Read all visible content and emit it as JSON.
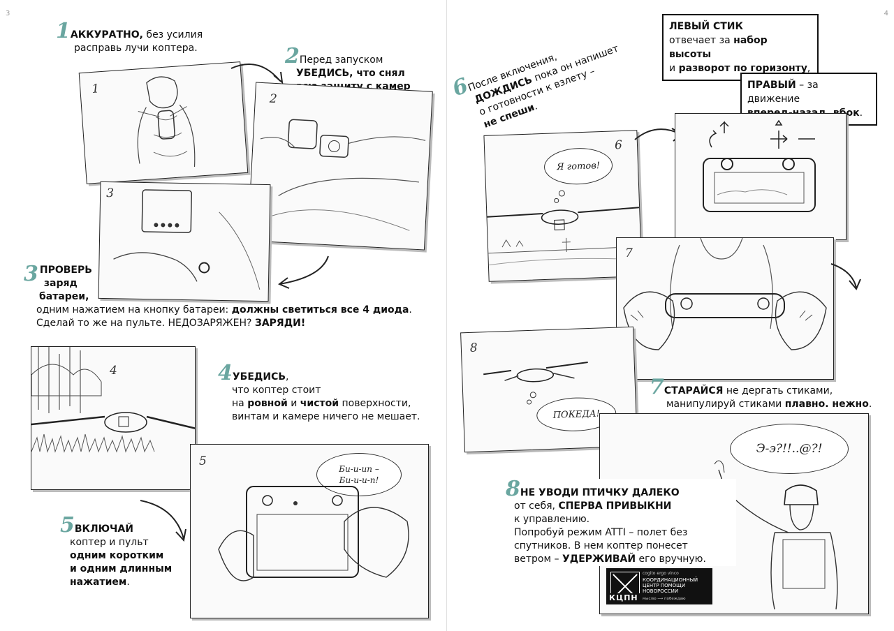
{
  "pages": {
    "left_number": "3",
    "right_number": "4"
  },
  "steps": {
    "s1": {
      "num": "1",
      "bold": "АККУРАТНО,",
      "rest1": " без усилия",
      "rest2": "расправь лучи коптера."
    },
    "s2": {
      "num": "2",
      "line1": "Перед запуском",
      "bold": "УБЕДИСЬ",
      "line2_rest": ", что снял",
      "line3": "всю защиту с камер"
    },
    "s3": {
      "num": "3",
      "b1": "ПРОВЕРЬ",
      "b2": "заряд",
      "b3": "батареи,",
      "line4": "одним нажатием на кнопку батареи: ",
      "line4_bold": "должны светиться все 4 диода",
      "line4_end": ".",
      "line5": "Сделай то же на пульте. НЕДОЗАРЯЖЕН? ",
      "line5_bold": "ЗАРЯДИ!"
    },
    "s4": {
      "num": "4",
      "bold": "УБЕДИСЬ",
      "l1_end": ",",
      "l2": "что коптер стоит",
      "l3a": "на ",
      "l3b": "ровной",
      "l3c": " и ",
      "l3d": "чистой",
      "l3e": " поверхности,",
      "l4": "винтам и камере ничего не мешает."
    },
    "s5": {
      "num": "5",
      "bold": "ВКЛЮЧАЙ",
      "l2": "коптер и пульт",
      "l3": "одним коротким",
      "l4": "и одним длинным",
      "l5": "нажатием",
      "l5_end": "."
    },
    "s6": {
      "num": "6",
      "l1": "После включения,",
      "bold": "ДОЖДИСЬ",
      "l2_rest": " пока он напишет",
      "l3": "о готовности к взлету –",
      "l4": "не спеши",
      "l4_end": "."
    },
    "s7": {
      "num": "7",
      "bold": "СТАРАЙСЯ",
      "l1_rest": " не дергать стиками,",
      "l2": "манипулируй стиками ",
      "l2_bold": "плавно. нежно",
      "l2_end": "."
    },
    "s8": {
      "num": "8",
      "bold1": "НЕ УВОДИ ПТИЧКУ ДАЛЕКО",
      "l2a": "от себя, ",
      "l2b": "СПЕРВА ПРИВЫКНИ",
      "l3": "к управлению.",
      "l4": "Попробуй режим ATTI – полет без",
      "l5": "спутников. В нем коптер понесет",
      "l6a": "ветром – ",
      "l6b": "УДЕРЖИВАЙ",
      "l6c": " его вручную."
    }
  },
  "boxes": {
    "left_stick": {
      "title": "ЛЕВЫЙ СТИК",
      "l2a": "отвечает за ",
      "l2b": "набор высоты",
      "l3a": "и ",
      "l3b": "разворот по горизонту",
      "l3c": ","
    },
    "right_stick": {
      "title": "ПРАВЫЙ",
      "l1_rest": " – за движение",
      "l2": "вперед-назад, вбок",
      "l2_end": "."
    }
  },
  "panels": {
    "p1": "1",
    "p2": "2",
    "p3": "3",
    "p4": "4",
    "p5": "5",
    "p6": "6",
    "p7": "7",
    "p8": "8"
  },
  "bubbles": {
    "beep1": "Би-и-ип –",
    "beep2": "Би-и-и-п!",
    "ready": "Я готов!",
    "bye": "ПОКЕДА!",
    "exclaim": "Э-э?!!..@?!"
  },
  "logo": {
    "motto": "cogito ergo vinco",
    "org": "КООРДИНАЦИОННЫЙ ЦЕНТР ПОМОЩИ НОВОРОССИИ",
    "abbr": "КЦПН",
    "tagline": "мыслю ⟶ побеждаю"
  }
}
